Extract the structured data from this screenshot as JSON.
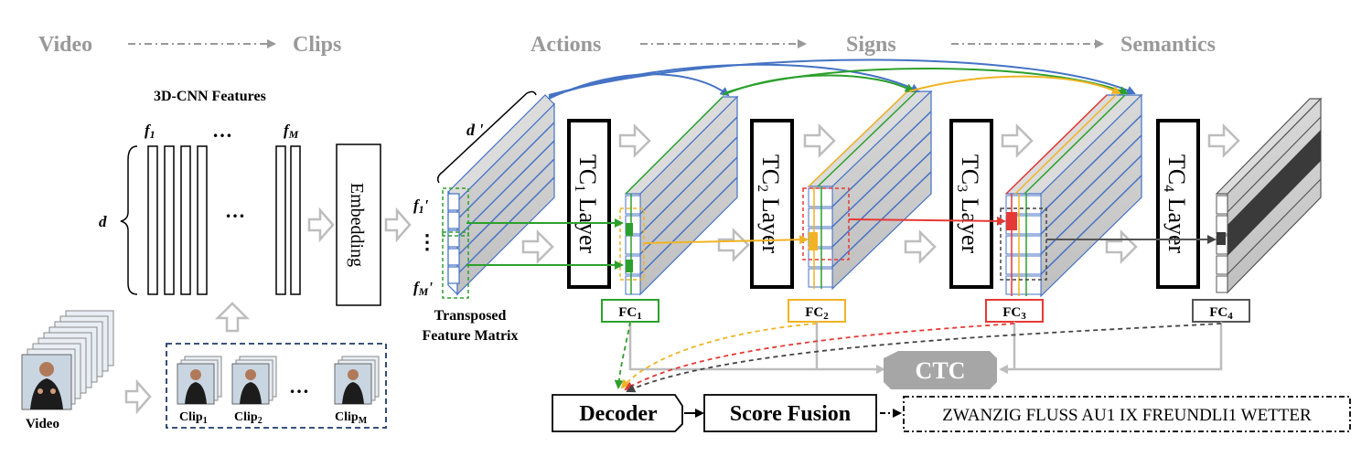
{
  "stages": {
    "video": "Video",
    "clips": "Clips",
    "actions": "Actions",
    "signs": "Signs",
    "semantics": "Semantics"
  },
  "features": {
    "title": "3D-CNN Features",
    "f1": "f",
    "f1_sub": "1",
    "fM": "f",
    "fM_sub": "M",
    "dots": "…",
    "d": "d"
  },
  "embedding": "Embedding",
  "transposed": {
    "d_prime": "d '",
    "f1p": "f",
    "f1p_sub": "1",
    "f1p_prime": "'",
    "fMp": "f",
    "fMp_sub": "M",
    "fMp_prime": "'",
    "dots": "⋮",
    "label_line1": "Transposed",
    "label_line2": "Feature Matrix"
  },
  "clips": {
    "clip1": "Clip",
    "clip1_sub": "1",
    "clip2": "Clip",
    "clip2_sub": "2",
    "clipM": "Clip",
    "clipM_sub": "M",
    "dots": "…",
    "video_label": "Video"
  },
  "layers": [
    {
      "tc": "TC",
      "sub": "1",
      "layer": "Layer",
      "fc": "FC",
      "fc_sub": "1",
      "color": "#2ca02c"
    },
    {
      "tc": "TC",
      "sub": "2",
      "layer": "Layer",
      "fc": "FC",
      "fc_sub": "2",
      "color": "#f0b323"
    },
    {
      "tc": "TC",
      "sub": "3",
      "layer": "Layer",
      "fc": "FC",
      "fc_sub": "3",
      "color": "#e53935"
    },
    {
      "tc": "TC",
      "sub": "4",
      "layer": "Layer",
      "fc": "FC",
      "fc_sub": "4",
      "color": "#555555"
    }
  ],
  "ctc": "CTC",
  "decoder": "Decoder",
  "score_fusion": "Score Fusion",
  "output_sentence": "ZWANZIG FLUSS AU1 IX FREUNDLI1 WETTER",
  "colors": {
    "blue": "#4472c4",
    "gray_arrow": "#bdbdbd",
    "ctc_fill": "#a6a6a6",
    "stage_text": "#999999",
    "dashed_box": "#1f3a68"
  }
}
